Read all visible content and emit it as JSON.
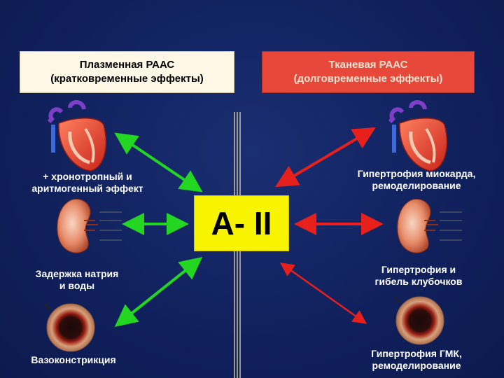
{
  "boxes": {
    "plasma": {
      "line1": "Плазменная РААС",
      "line2": "(кратковременные эффекты)"
    },
    "tissue": {
      "line1": "Тканевая РААС",
      "line2": "(долговременные эффекты)"
    }
  },
  "center": {
    "label": "A- II"
  },
  "left_labels": {
    "heart": {
      "line1": "+ хронотропный и",
      "line2": "аритмогенный эффект"
    },
    "kidney": {
      "line1": "Задержка натрия",
      "line2": "и  воды"
    },
    "vessel": {
      "line1": "Вазоконстрикция"
    }
  },
  "right_labels": {
    "heart": {
      "line1": "Гипертрофия миокарда,",
      "line2": "ремоделирование"
    },
    "kidney": {
      "line1": "Гипертрофия и",
      "line2": "гибель клубочков"
    },
    "vessel": {
      "line1": "Гипертрофия ГМК,",
      "line2": "ремоделирование"
    }
  },
  "colors": {
    "background": "#10205c",
    "left_arrows": "#22d622",
    "right_arrows": "#e8201c",
    "center_box": "#f8f400"
  },
  "icons": [
    "heart-icon",
    "kidney-icon",
    "vessel-icon"
  ]
}
